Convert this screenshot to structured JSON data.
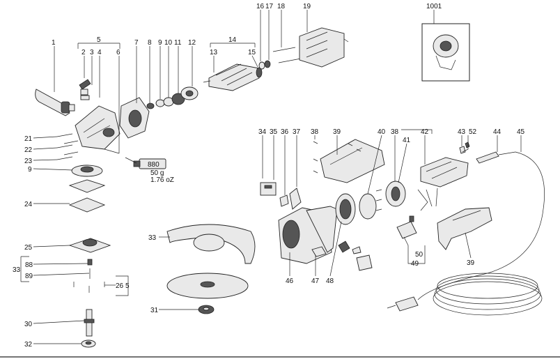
{
  "diagram": {
    "labels": [
      "1",
      "2",
      "3",
      "4",
      "5",
      "6",
      "7",
      "8",
      "9",
      "10",
      "11",
      "12",
      "13",
      "14",
      "15",
      "16",
      "17",
      "18",
      "19",
      "21",
      "22",
      "23",
      "9",
      "24",
      "25",
      "33",
      "88",
      "89",
      "26",
      "5",
      "30",
      "31",
      "32",
      "33",
      "34",
      "35",
      "36",
      "37",
      "38",
      "39",
      "40",
      "38",
      "41",
      "42",
      "43",
      "52",
      "44",
      "45",
      "46",
      "47",
      "48",
      "50",
      "49",
      "39",
      "1001"
    ],
    "tube_text": "880",
    "grease_qty": "50 g",
    "grease_qty_oz": "1.76 oZ"
  }
}
